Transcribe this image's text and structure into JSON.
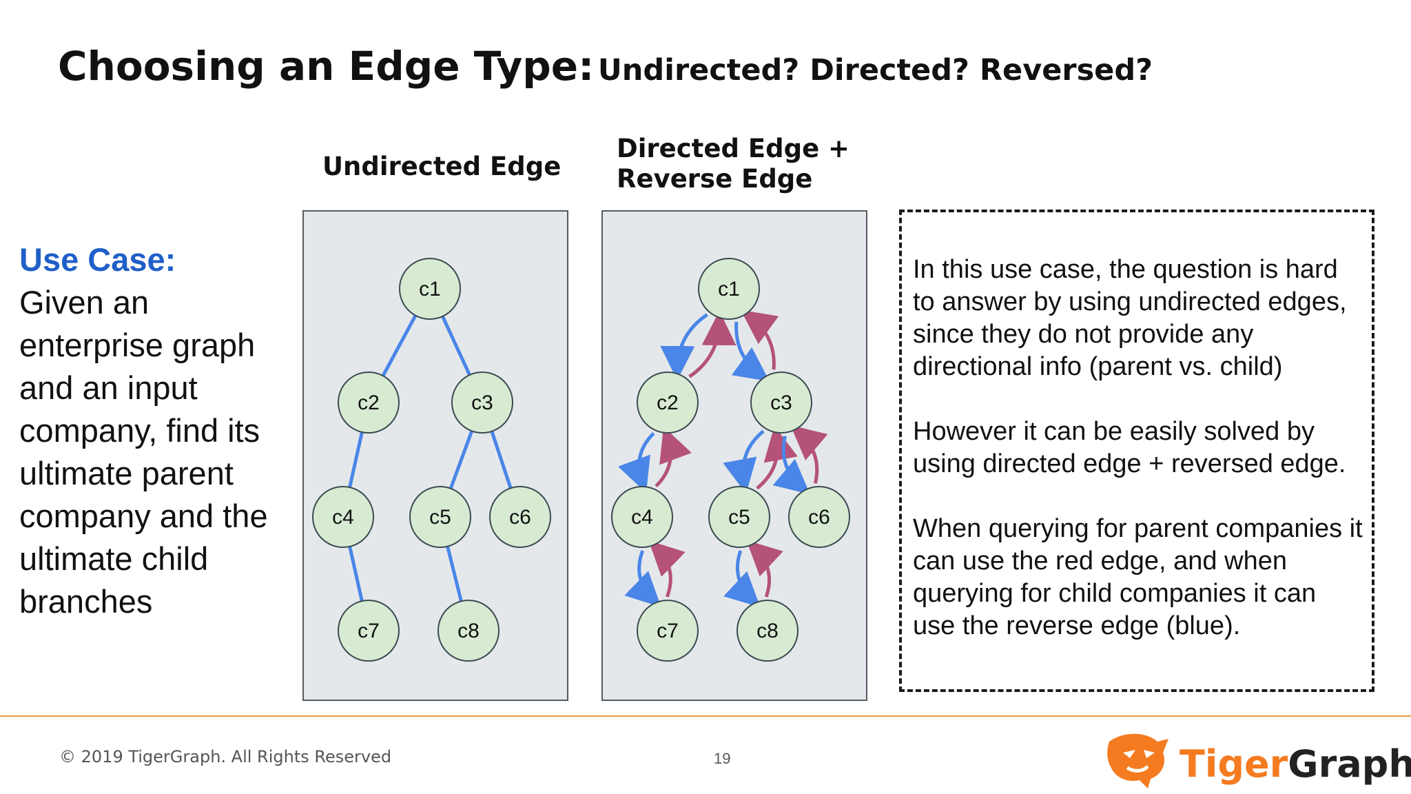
{
  "title": {
    "main": "Choosing an Edge Type:",
    "sub": "Undirected? Directed? Reversed?"
  },
  "labels": {
    "undirected": "Undirected Edge",
    "directed_line1": "Directed Edge +",
    "directed_line2": "Reverse Edge"
  },
  "use_case": {
    "title": "Use Case:",
    "body": "Given an enterprise graph and an input company, find its ultimate parent company and the ultimate child branches"
  },
  "graph": {
    "nodes": [
      "c1",
      "c2",
      "c3",
      "c4",
      "c5",
      "c6",
      "c7",
      "c8"
    ],
    "edges": [
      [
        "c1",
        "c2"
      ],
      [
        "c1",
        "c3"
      ],
      [
        "c2",
        "c4"
      ],
      [
        "c3",
        "c5"
      ],
      [
        "c3",
        "c6"
      ],
      [
        "c4",
        "c7"
      ],
      [
        "c5",
        "c8"
      ]
    ],
    "colors": {
      "undirected": "#4a86e8",
      "directed": "#4a86e8",
      "reverse": "#b4527a"
    }
  },
  "note": {
    "p1": "In this use case, the question is hard to answer by using undirected edges, since they do not provide any directional info (parent vs. child)",
    "p2": "However it can be easily solved by using directed edge + reversed edge.",
    "p3": "When querying for parent companies it can use the red edge, and when querying for child companies it can use the reverse edge (blue)."
  },
  "footer": {
    "copyright": "© 2019 TigerGraph. All Rights Reserved",
    "page": "19",
    "logo_tiger": "Tiger",
    "logo_graph": "Graph",
    "logo_color": "#f47b20"
  }
}
